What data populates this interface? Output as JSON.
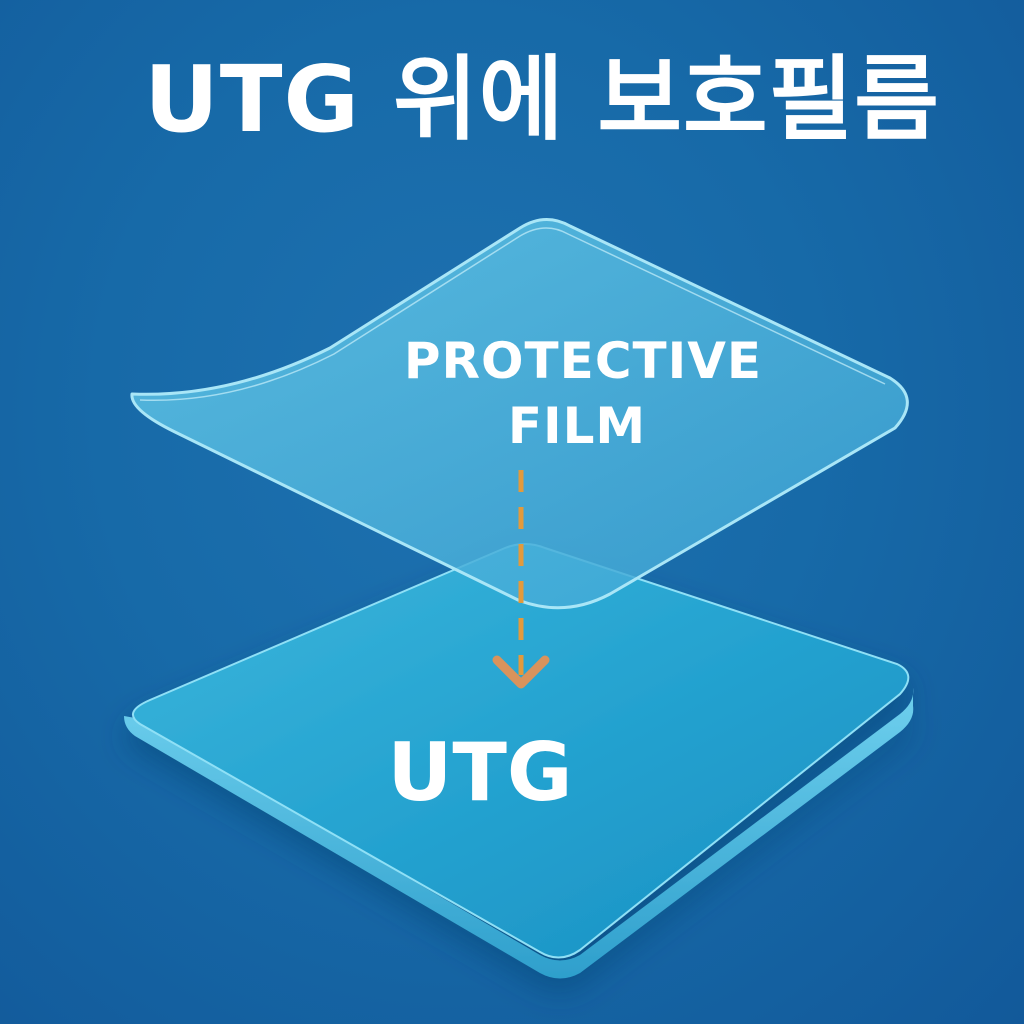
{
  "header": {
    "title": "UTG 위에 보호필름"
  },
  "diagram": {
    "film_label_line1": "PROTECTIVE",
    "film_label_line2": "FILM",
    "base_label": "UTG",
    "colors": {
      "background": "#176aa8",
      "arrow": "#e39a3c",
      "text": "#ffffff"
    }
  }
}
